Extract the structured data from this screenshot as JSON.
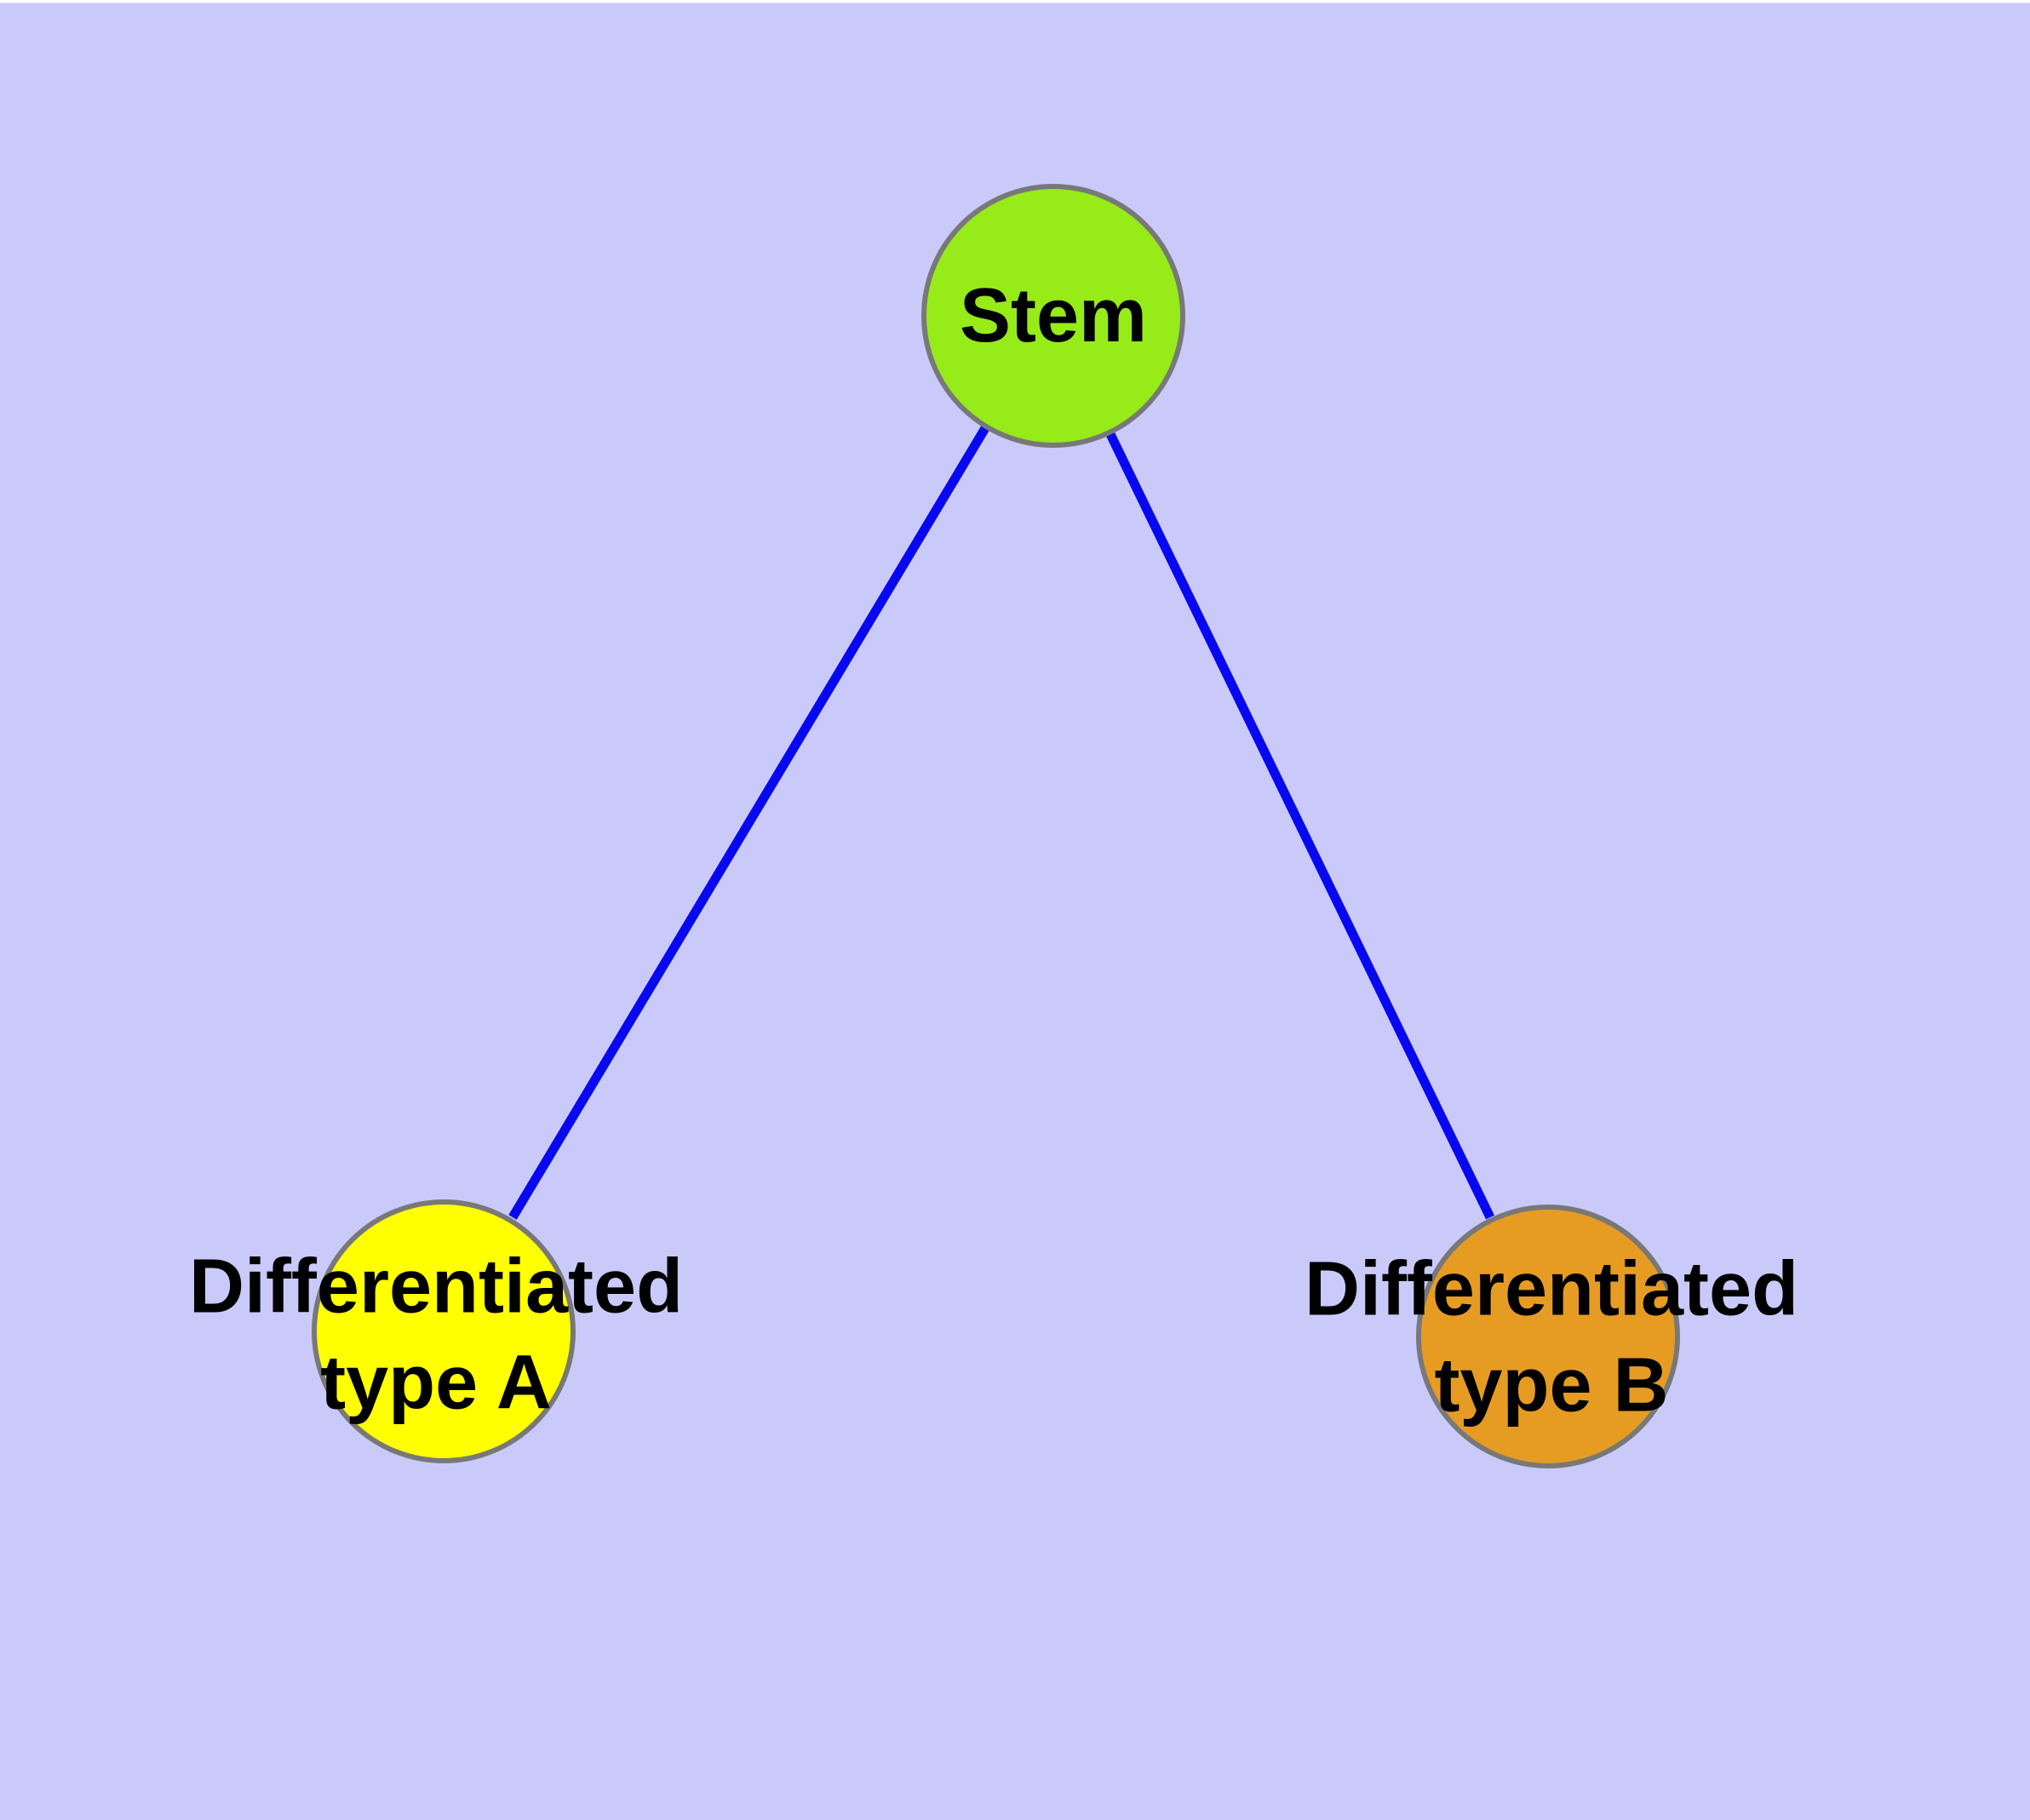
{
  "diagram": {
    "background_color": "#CACAFA",
    "top_margin_color": "#FFFFFF",
    "edge_color": "#0808F0",
    "node_border_color": "#787878",
    "text_color": "#000000",
    "nodes": [
      {
        "id": "stem",
        "label": "Stem",
        "color": "#96EB19"
      },
      {
        "id": "differentiated-type-a",
        "label_line1": "Differentiated",
        "label_line2": "type A",
        "color": "#FFFF00"
      },
      {
        "id": "differentiated-type-b",
        "label_line1": "Differentiated",
        "label_line2": "type B",
        "color": "#E69C23"
      }
    ],
    "edges": [
      {
        "from": "stem",
        "to": "differentiated-type-a"
      },
      {
        "from": "stem",
        "to": "differentiated-type-b"
      }
    ]
  }
}
